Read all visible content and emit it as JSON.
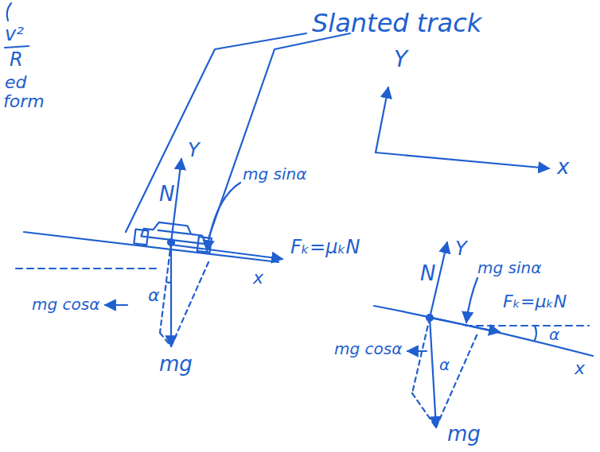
{
  "diagram": {
    "labels": [
      "v²",
      "R",
      "ed",
      "form",
      "Slanted track",
      "Y",
      "x",
      "N",
      "Y",
      "mg sinα",
      "Fₖ=μₖN",
      "x",
      "mg cosα",
      "α",
      "mg",
      "N",
      "Y",
      "mg sinα",
      "Fₖ=μₖN",
      "x",
      "mg cosα",
      "α",
      "α",
      "mg"
    ]
  }
}
